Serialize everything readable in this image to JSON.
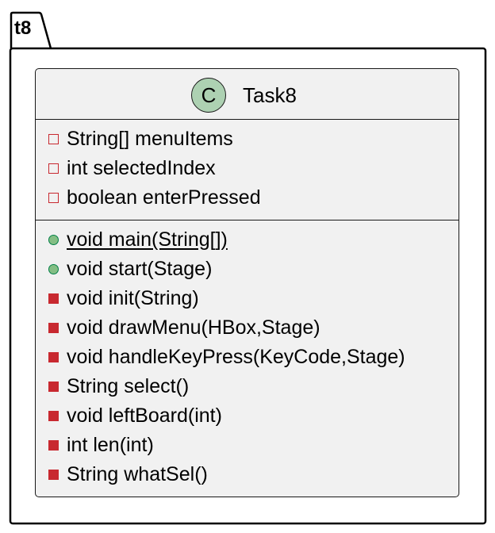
{
  "package": {
    "name": "t8"
  },
  "class": {
    "stereotype": "C",
    "name": "Task8",
    "fields": [
      {
        "visibility": "private",
        "text": "String[] menuItems",
        "static": false
      },
      {
        "visibility": "private",
        "text": "int selectedIndex",
        "static": false
      },
      {
        "visibility": "private",
        "text": "boolean enterPressed",
        "static": false
      }
    ],
    "methods": [
      {
        "visibility": "public",
        "text": "void main(String[])",
        "static": true
      },
      {
        "visibility": "public",
        "text": "void start(Stage)",
        "static": false
      },
      {
        "visibility": "private",
        "text": "void init(String)",
        "static": false
      },
      {
        "visibility": "private",
        "text": "void drawMenu(HBox,Stage)",
        "static": false
      },
      {
        "visibility": "private",
        "text": "void handleKeyPress(KeyCode,Stage)",
        "static": false
      },
      {
        "visibility": "private",
        "text": "String select()",
        "static": false
      },
      {
        "visibility": "private",
        "text": "void leftBoard(int)",
        "static": false
      },
      {
        "visibility": "private",
        "text": "int len(int)",
        "static": false
      },
      {
        "visibility": "private",
        "text": "String whatSel()",
        "static": false
      }
    ]
  },
  "colors": {
    "class_fill": "#f1f1f1",
    "stereotype_fill": "#add1b2",
    "private_red": "#c82930",
    "public_green": "#84be84"
  }
}
